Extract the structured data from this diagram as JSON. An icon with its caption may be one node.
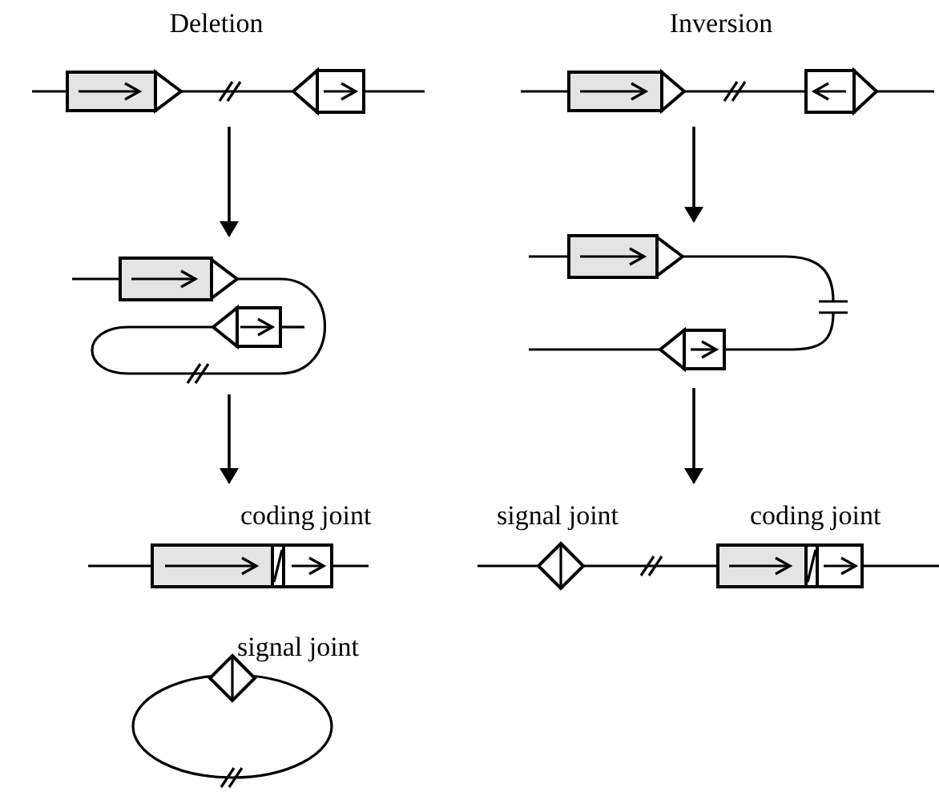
{
  "diagram": {
    "nodes": [
      {
        "text": [],
        "shape": "picture"
      },
      {
        "text": [],
        "shape": "picture"
      },
      {
        "text": [],
        "shape": "picture",
        "beside": [
          "coding joint"
        ]
      },
      {
        "text": [],
        "shape": "circle",
        "beside": [
          "signal joint"
        ]
      },
      {
        "text": [],
        "shape": "picture"
      },
      {
        "text": [],
        "shape": "picture"
      },
      {
        "text": [],
        "shape": "picture",
        "beside": [
          "signal joint",
          "coding joint"
        ]
      }
    ],
    "edges": [
      {
        "from": 0,
        "to": 1,
        "arrow": "to"
      },
      {
        "from": 1,
        "to": 2,
        "arrow": "to"
      },
      {
        "from": 4,
        "to": 5,
        "arrow": "to"
      },
      {
        "from": 5,
        "to": 6,
        "arrow": "to"
      }
    ],
    "labels": [
      "Deletion",
      "Inversion"
    ]
  }
}
